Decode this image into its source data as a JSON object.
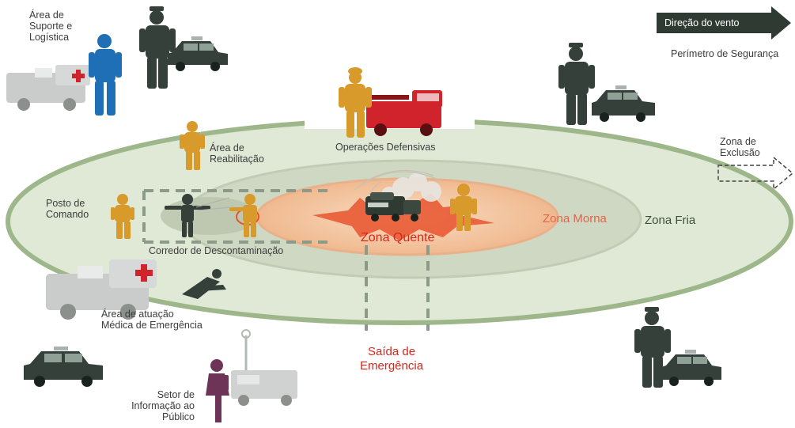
{
  "labels": {
    "support_area": "Área de\nSuporte e\nLogística",
    "wind_direction": "Direção do vento",
    "security_perimeter": "Perímetro de Segurança",
    "defensive_operations": "Operações Defensivas",
    "rehabilitation_area": "Área de\nReabilitação",
    "exclusion_zone": "Zona de\nExclusão",
    "command_post": "Posto de\nComando",
    "decon_corridor": "Corredor de Descontaminação",
    "warm_zone": "Zona Morna",
    "hot_zone": "Zona Quente",
    "cold_zone": "Zona Fria",
    "medical_area": "Área de atuação\nMédica de Emergência",
    "emergency_exit": "Saída de\nEmergência",
    "public_info_sector": "Setor de\nInformação ao\nPúblico"
  },
  "colors": {
    "cold_zone_fill": "#dfe9d5",
    "cold_zone_ring": "#9db78a",
    "warm_zone_fill": "#cdd5c0",
    "hot_zone_outer": "#f2c49d",
    "hot_zone_inner": "#f6d6b7",
    "hot_red": "#d8261c",
    "warm_red": "#e0654a",
    "dashed_gray": "#8c9a8a",
    "police": "#344039",
    "firefighter": "#d89a2a",
    "blue_person": "#1e6fb5",
    "public_person": "#6e3457",
    "vehicle_gray": "#c9ccca",
    "fire_truck": "#d0232c",
    "wind_arrow": "#2f3a33"
  },
  "icons": [
    "ambulance-icon",
    "blue-responder-icon",
    "police-officer-icon",
    "police-car-icon",
    "firefighter-icon",
    "fire-truck-icon",
    "tanker-truck-icon",
    "explosion-icon",
    "decontamination-person-icon",
    "injured-person-icon",
    "public-info-person-icon",
    "communication-mast-truck-icon",
    "wind-arrow-icon",
    "exclusion-arrow-icon"
  ]
}
